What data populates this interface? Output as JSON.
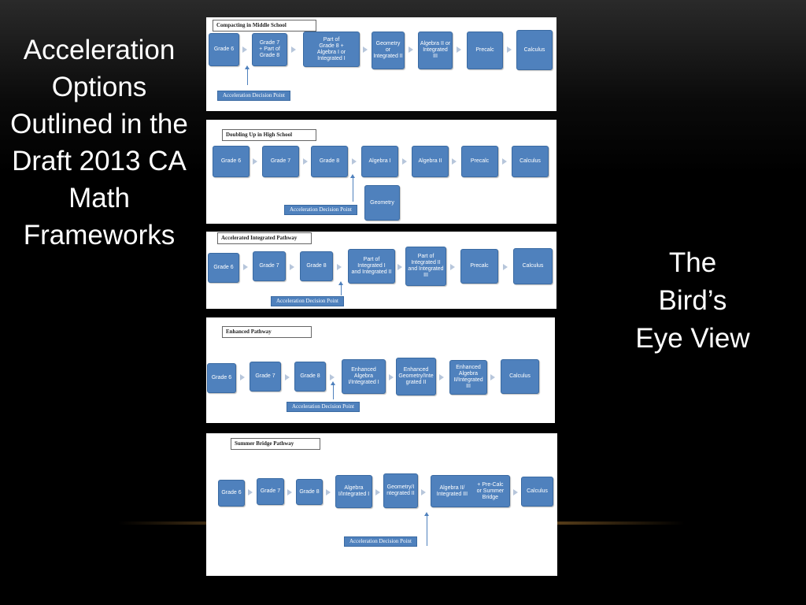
{
  "title_left": [
    "Acceleration",
    "Options",
    "Outlined in the",
    "Draft 2013 CA",
    "Math",
    "Frameworks"
  ],
  "title_right": [
    "The",
    "Bird’s",
    "Eye View"
  ],
  "decision_point_label": "Acceleration Decision Point",
  "pathways": [
    {
      "name": "Compacting in Middle School",
      "boxes": [
        "Grade 6",
        "Grade 7\n+ Part of\nGrade 8",
        "Part of\nGrade 8 +\nAlgebra I or\nIntegrated I",
        "Geometry\nor\nIntegrated II",
        "Algebra II or\nIntegrated\nIII",
        "Precalc",
        "Calculus"
      ]
    },
    {
      "name": "Doubling Up in High School",
      "boxes": [
        "Grade 6",
        "Grade 7",
        "Grade 8",
        "Algebra I",
        "Algebra II",
        "Precalc",
        "Calculus",
        "Geometry"
      ]
    },
    {
      "name": "Accelerated Integrated Pathway",
      "boxes": [
        "Grade 6",
        "Grade 7",
        "Grade 8",
        "Part of\nIntegrated I\nand Integrated II",
        "Part of\nIntegrated II\nand Integrated\nIII",
        "Precalc",
        "Calculus"
      ]
    },
    {
      "name": "Enhanced Pathway",
      "boxes": [
        "Grade 6",
        "Grade 7",
        "Grade 8",
        "Enhanced\nAlgebra\nI/Integrated I",
        "Enhanced\nGeometry/Inte\ngrated II",
        "Enhanced\nAlgebra\nII/Integrated\nIII",
        "Calculus"
      ]
    },
    {
      "name": "Summer Bridge Pathway",
      "boxes": [
        "Grade 6",
        "Grade 7",
        "Grade 8",
        "Algebra\nI/Integrated I",
        "Geometry/I\nntegrated II",
        "Algebra II/\nIntegrated III",
        "+ Pre-Calc\nor Summer\nBridge",
        "Calculus"
      ]
    }
  ]
}
